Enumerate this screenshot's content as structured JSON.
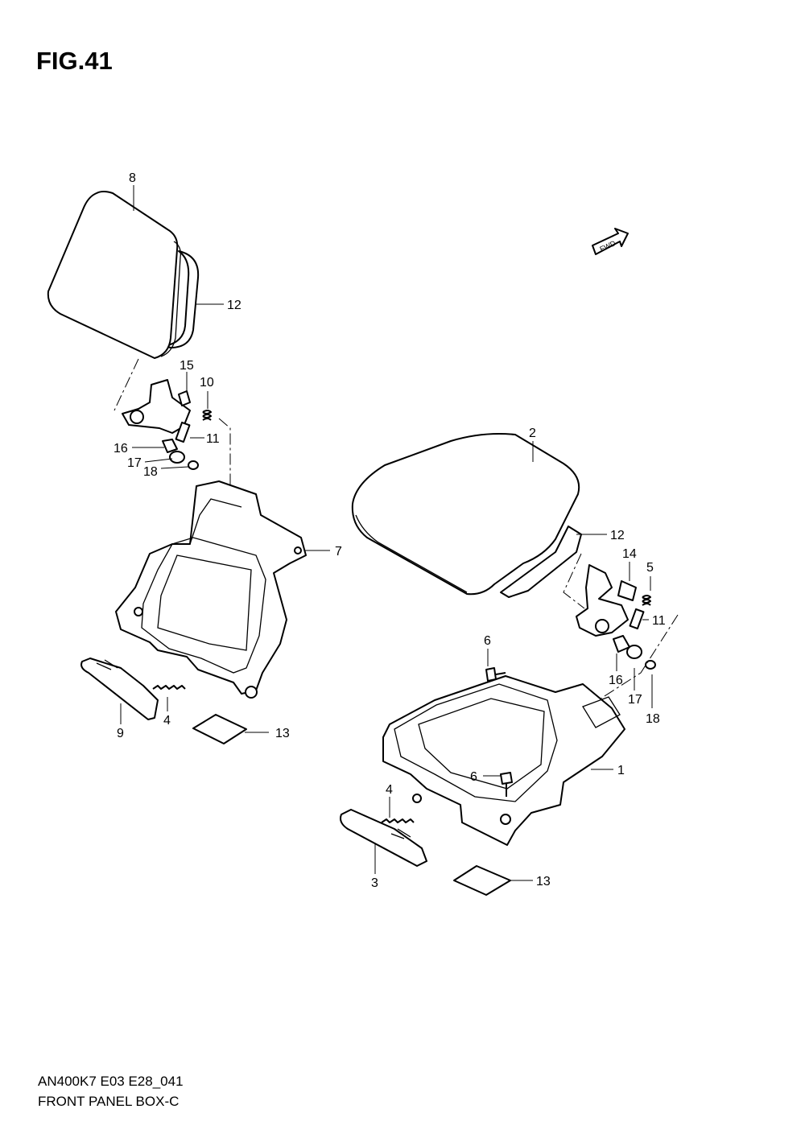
{
  "figure": {
    "title": "FIG.41",
    "model_code": "AN400K7 E03 E28_041",
    "section_name": "FRONT PANEL BOX-C",
    "fwd_label": "FWD"
  },
  "callouts": [
    {
      "id": "c8",
      "label": "8"
    },
    {
      "id": "c12a",
      "label": "12"
    },
    {
      "id": "c15",
      "label": "15"
    },
    {
      "id": "c10",
      "label": "10"
    },
    {
      "id": "c11a",
      "label": "11"
    },
    {
      "id": "c16a",
      "label": "16"
    },
    {
      "id": "c17a",
      "label": "17"
    },
    {
      "id": "c18a",
      "label": "18"
    },
    {
      "id": "c7",
      "label": "7"
    },
    {
      "id": "c4a",
      "label": "4"
    },
    {
      "id": "c9",
      "label": "9"
    },
    {
      "id": "c13a",
      "label": "13"
    },
    {
      "id": "c2",
      "label": "2"
    },
    {
      "id": "c12b",
      "label": "12"
    },
    {
      "id": "c14",
      "label": "14"
    },
    {
      "id": "c5",
      "label": "5"
    },
    {
      "id": "c11b",
      "label": "11"
    },
    {
      "id": "c6a",
      "label": "6"
    },
    {
      "id": "c16b",
      "label": "16"
    },
    {
      "id": "c17b",
      "label": "17"
    },
    {
      "id": "c18b",
      "label": "18"
    },
    {
      "id": "c1",
      "label": "1"
    },
    {
      "id": "c6b",
      "label": "6"
    },
    {
      "id": "c4b",
      "label": "4"
    },
    {
      "id": "c3",
      "label": "3"
    },
    {
      "id": "c13b",
      "label": "13"
    }
  ],
  "colors": {
    "line": "#000000",
    "background": "#ffffff"
  }
}
